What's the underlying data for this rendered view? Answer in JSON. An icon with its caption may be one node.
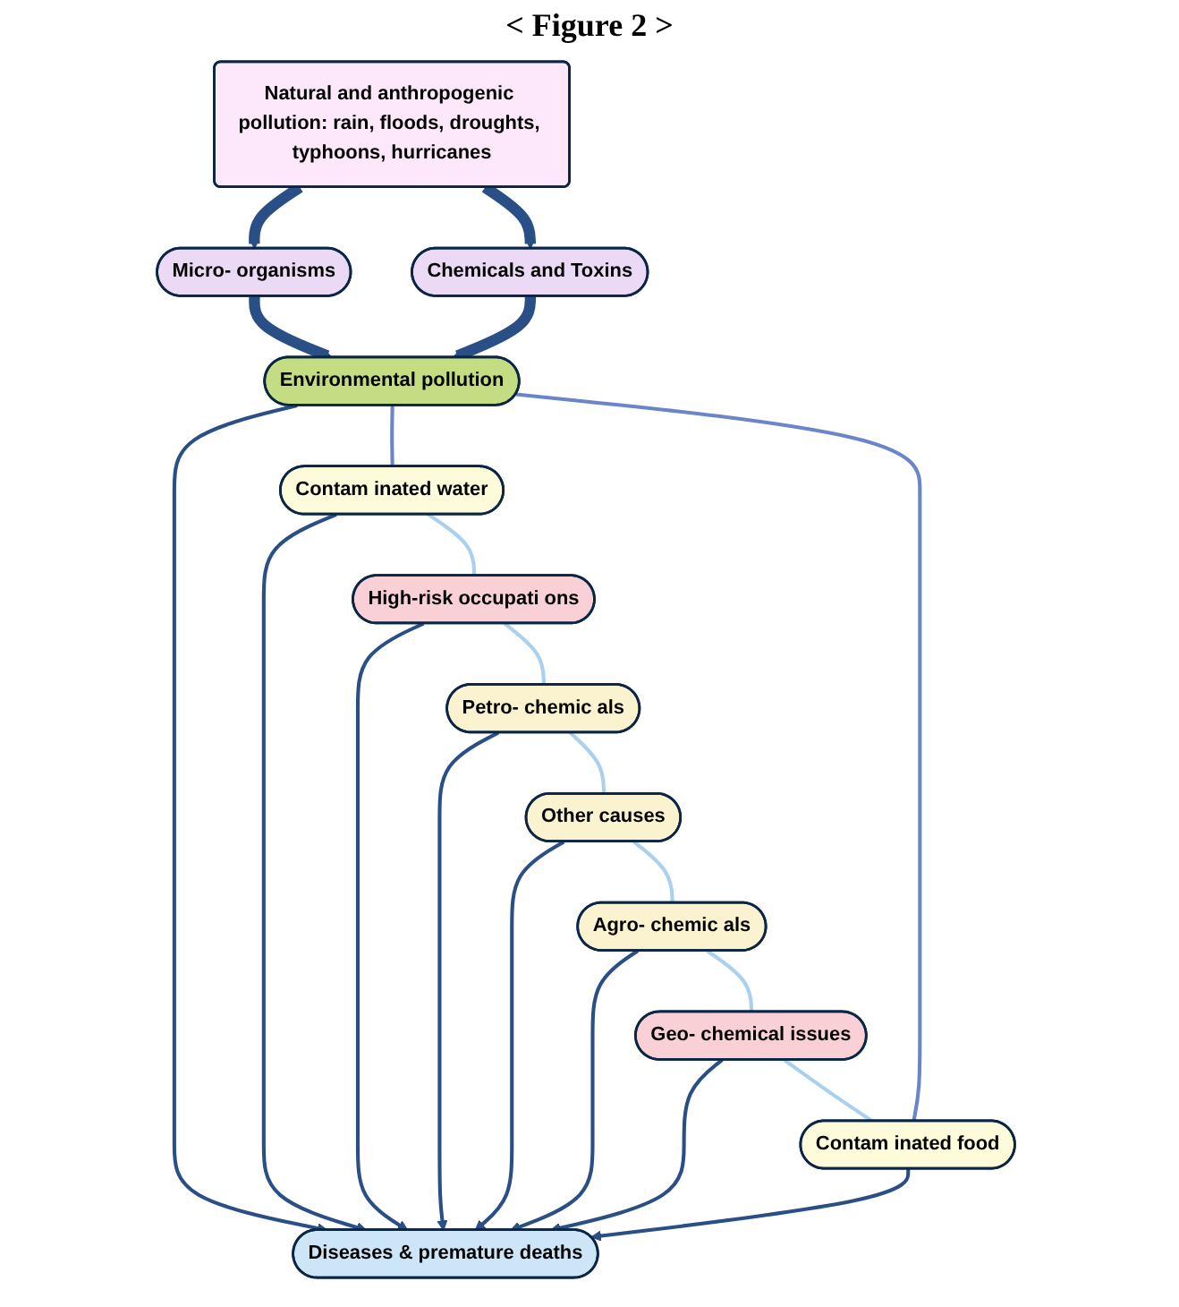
{
  "diagram": {
    "title": "< Figure 2 >",
    "nodes": [
      {
        "text": [
          "Natural and anthropogenic pollution: rain, floods, droughts, typhoons, hurricanes"
        ]
      },
      {
        "text": [
          "Micro- organisms"
        ]
      },
      {
        "text": [
          "Chemicals and Toxins"
        ]
      },
      {
        "text": [
          "Environmental pollution"
        ]
      },
      {
        "text": [
          "Contam inated water"
        ]
      },
      {
        "text": [
          "Contam inated food"
        ]
      },
      {
        "text": [
          "High-risk occupati ons"
        ]
      },
      {
        "text": [
          "Diseases & premature deaths"
        ]
      },
      {
        "text": [
          "Geo- chemical issues"
        ]
      },
      {
        "text": [
          "Petro- chemic als"
        ]
      },
      {
        "text": [
          "Other causes"
        ]
      },
      {
        "text": [
          "Agro- chemic als"
        ]
      }
    ],
    "edges": [
      {
        "from": 0,
        "to": 1,
        "arrow": "to",
        "style": "thick"
      },
      {
        "from": 0,
        "to": 2,
        "arrow": "to",
        "style": "thick"
      },
      {
        "from": 1,
        "to": 3,
        "arrow": "to",
        "style": "thick"
      },
      {
        "from": 2,
        "to": 3,
        "arrow": "to",
        "style": "thick"
      },
      {
        "from": 3,
        "to": 7,
        "arrow": "to"
      },
      {
        "from": 4,
        "to": 7,
        "arrow": "to"
      },
      {
        "from": 5,
        "to": 7,
        "arrow": "to"
      },
      {
        "from": 6,
        "to": 7,
        "arrow": "to"
      },
      {
        "from": 8,
        "to": 7,
        "arrow": "to"
      },
      {
        "from": 9,
        "to": 7,
        "arrow": "to"
      },
      {
        "from": 10,
        "to": 7,
        "arrow": "to"
      },
      {
        "from": 11,
        "to": 7,
        "arrow": "to"
      },
      {
        "from": 3,
        "to": 4,
        "arrow": "none",
        "color": "#6a86c8"
      },
      {
        "from": 4,
        "to": 6,
        "arrow": "none",
        "color": "#a9d0ee"
      },
      {
        "from": 6,
        "to": 9,
        "arrow": "none",
        "color": "#a9d0ee"
      },
      {
        "from": 9,
        "to": 10,
        "arrow": "none",
        "color": "#a9d0ee"
      },
      {
        "from": 10,
        "to": 11,
        "arrow": "none",
        "color": "#a9d0ee"
      },
      {
        "from": 11,
        "to": 8,
        "arrow": "none",
        "color": "#a9d0ee"
      },
      {
        "from": 8,
        "to": 5,
        "arrow": "none",
        "color": "#a9d0ee"
      },
      {
        "from": 5,
        "to": 3,
        "arrow": "none",
        "color": "#6a86c8"
      }
    ]
  }
}
